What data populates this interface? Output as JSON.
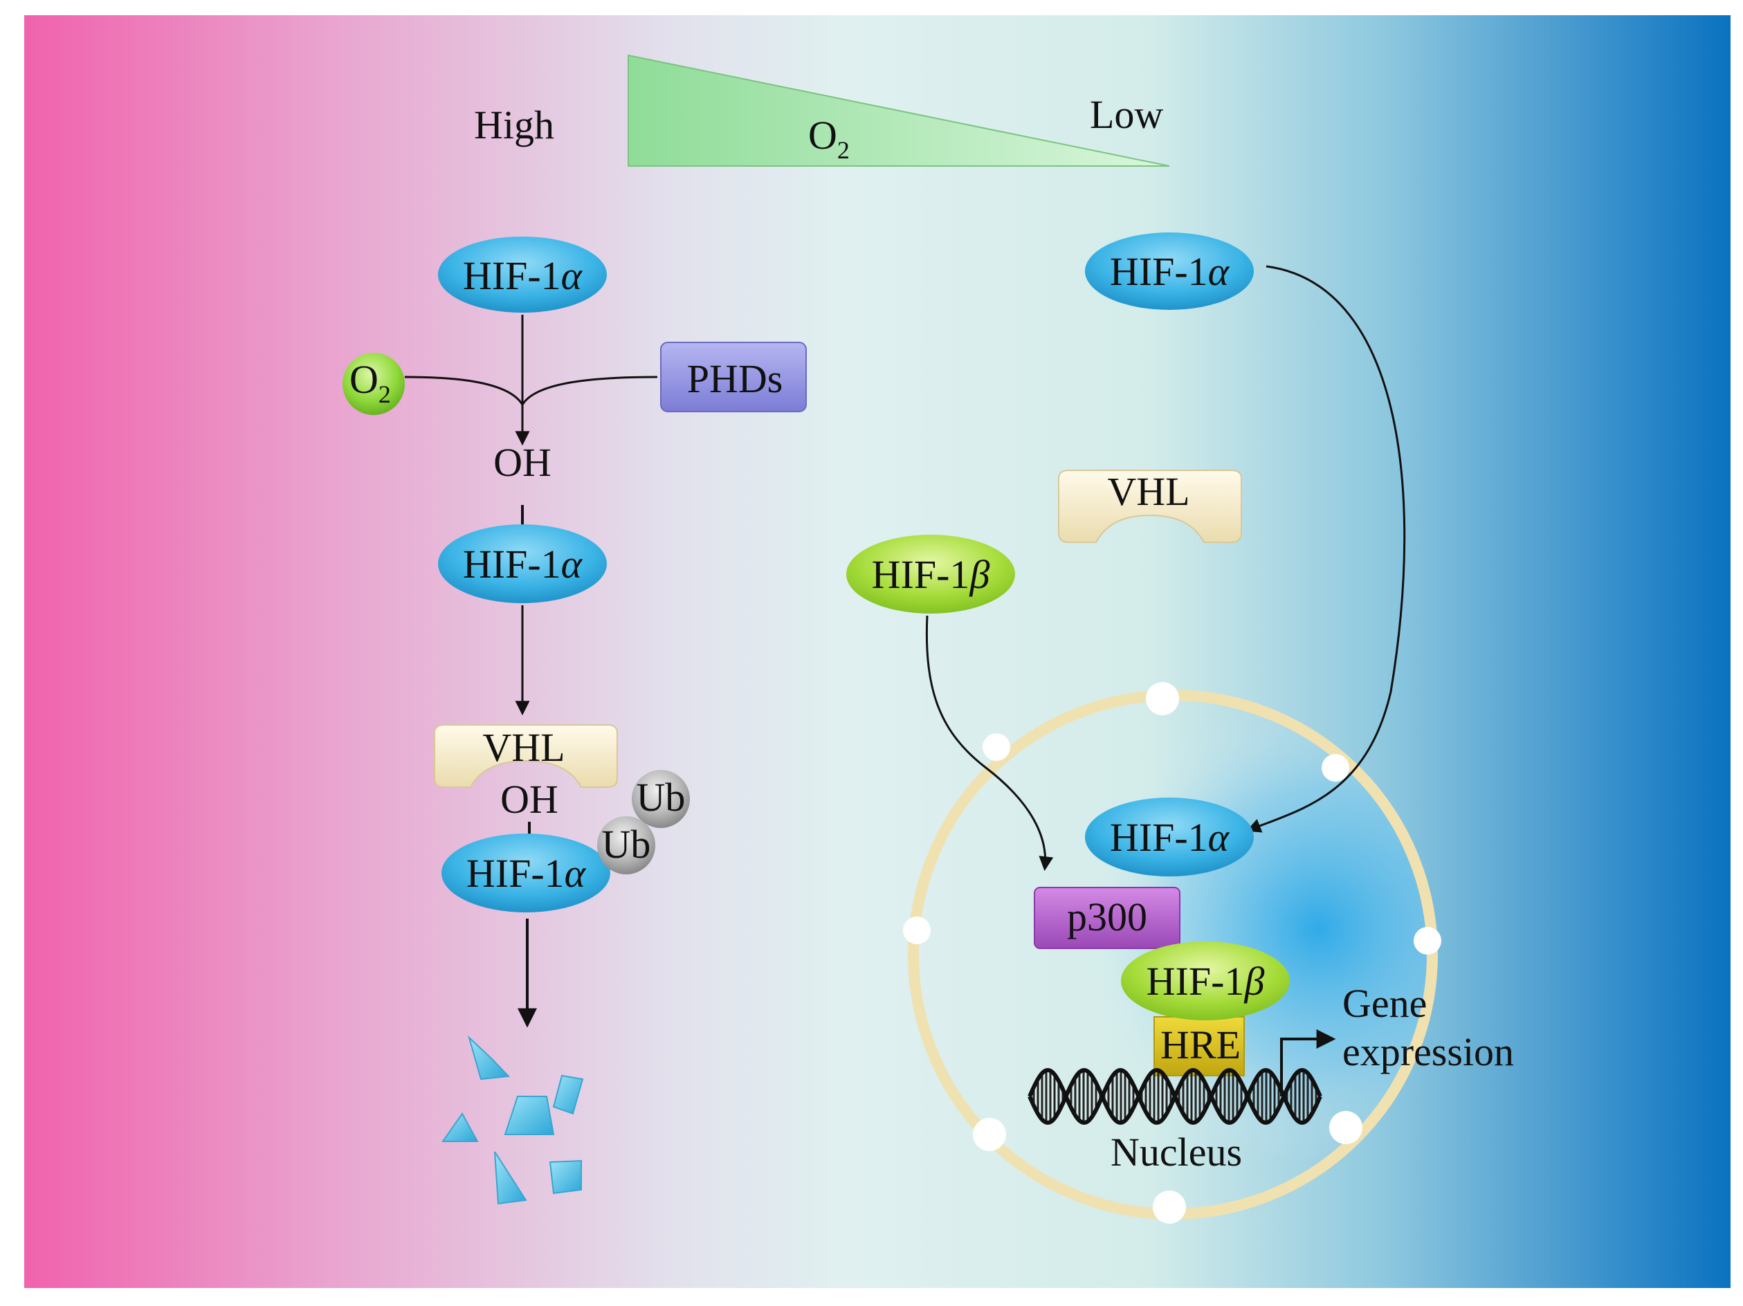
{
  "gradient": {
    "oxygen_symbol": "O",
    "oxygen_subscript": "2",
    "high_label": "High",
    "low_label": "Low",
    "colors": {
      "left": "#f062ad",
      "middle": "#e0f0f0",
      "right": "#0a72c0",
      "wedge": "#9be3a4"
    }
  },
  "normoxia": {
    "hif1a_label": "HIF-1",
    "alpha": "α",
    "o2_symbol": "O",
    "o2_subscript": "2",
    "phds_label": "PHDs",
    "oh_label": "OH",
    "vhl_label": "VHL",
    "ub_label": "Ub",
    "fragments_icon": "degradation-fragments-icon"
  },
  "hypoxia": {
    "hif1a_label": "HIF-1",
    "alpha": "α",
    "hif1b_label": "HIF-1",
    "beta": "β",
    "vhl_label": "VHL",
    "p300_label": "p300",
    "hre_label": "HRE",
    "nucleus_label": "Nucleus",
    "gene_expression_line1": "Gene",
    "gene_expression_line2": "expression",
    "dna_icon": "dna-helix-icon"
  },
  "colors": {
    "hif1a": "#3bb4e6",
    "hif1b": "#a6dc3a",
    "phds": "#8e8ee6",
    "vhl": "#f6ecc4",
    "p300": "#b25acc",
    "hre": "#d9c019",
    "ub": "#a9a9a9",
    "o2_ball": "#8fd93a",
    "nucleus_ring": "#f0e1b0"
  }
}
